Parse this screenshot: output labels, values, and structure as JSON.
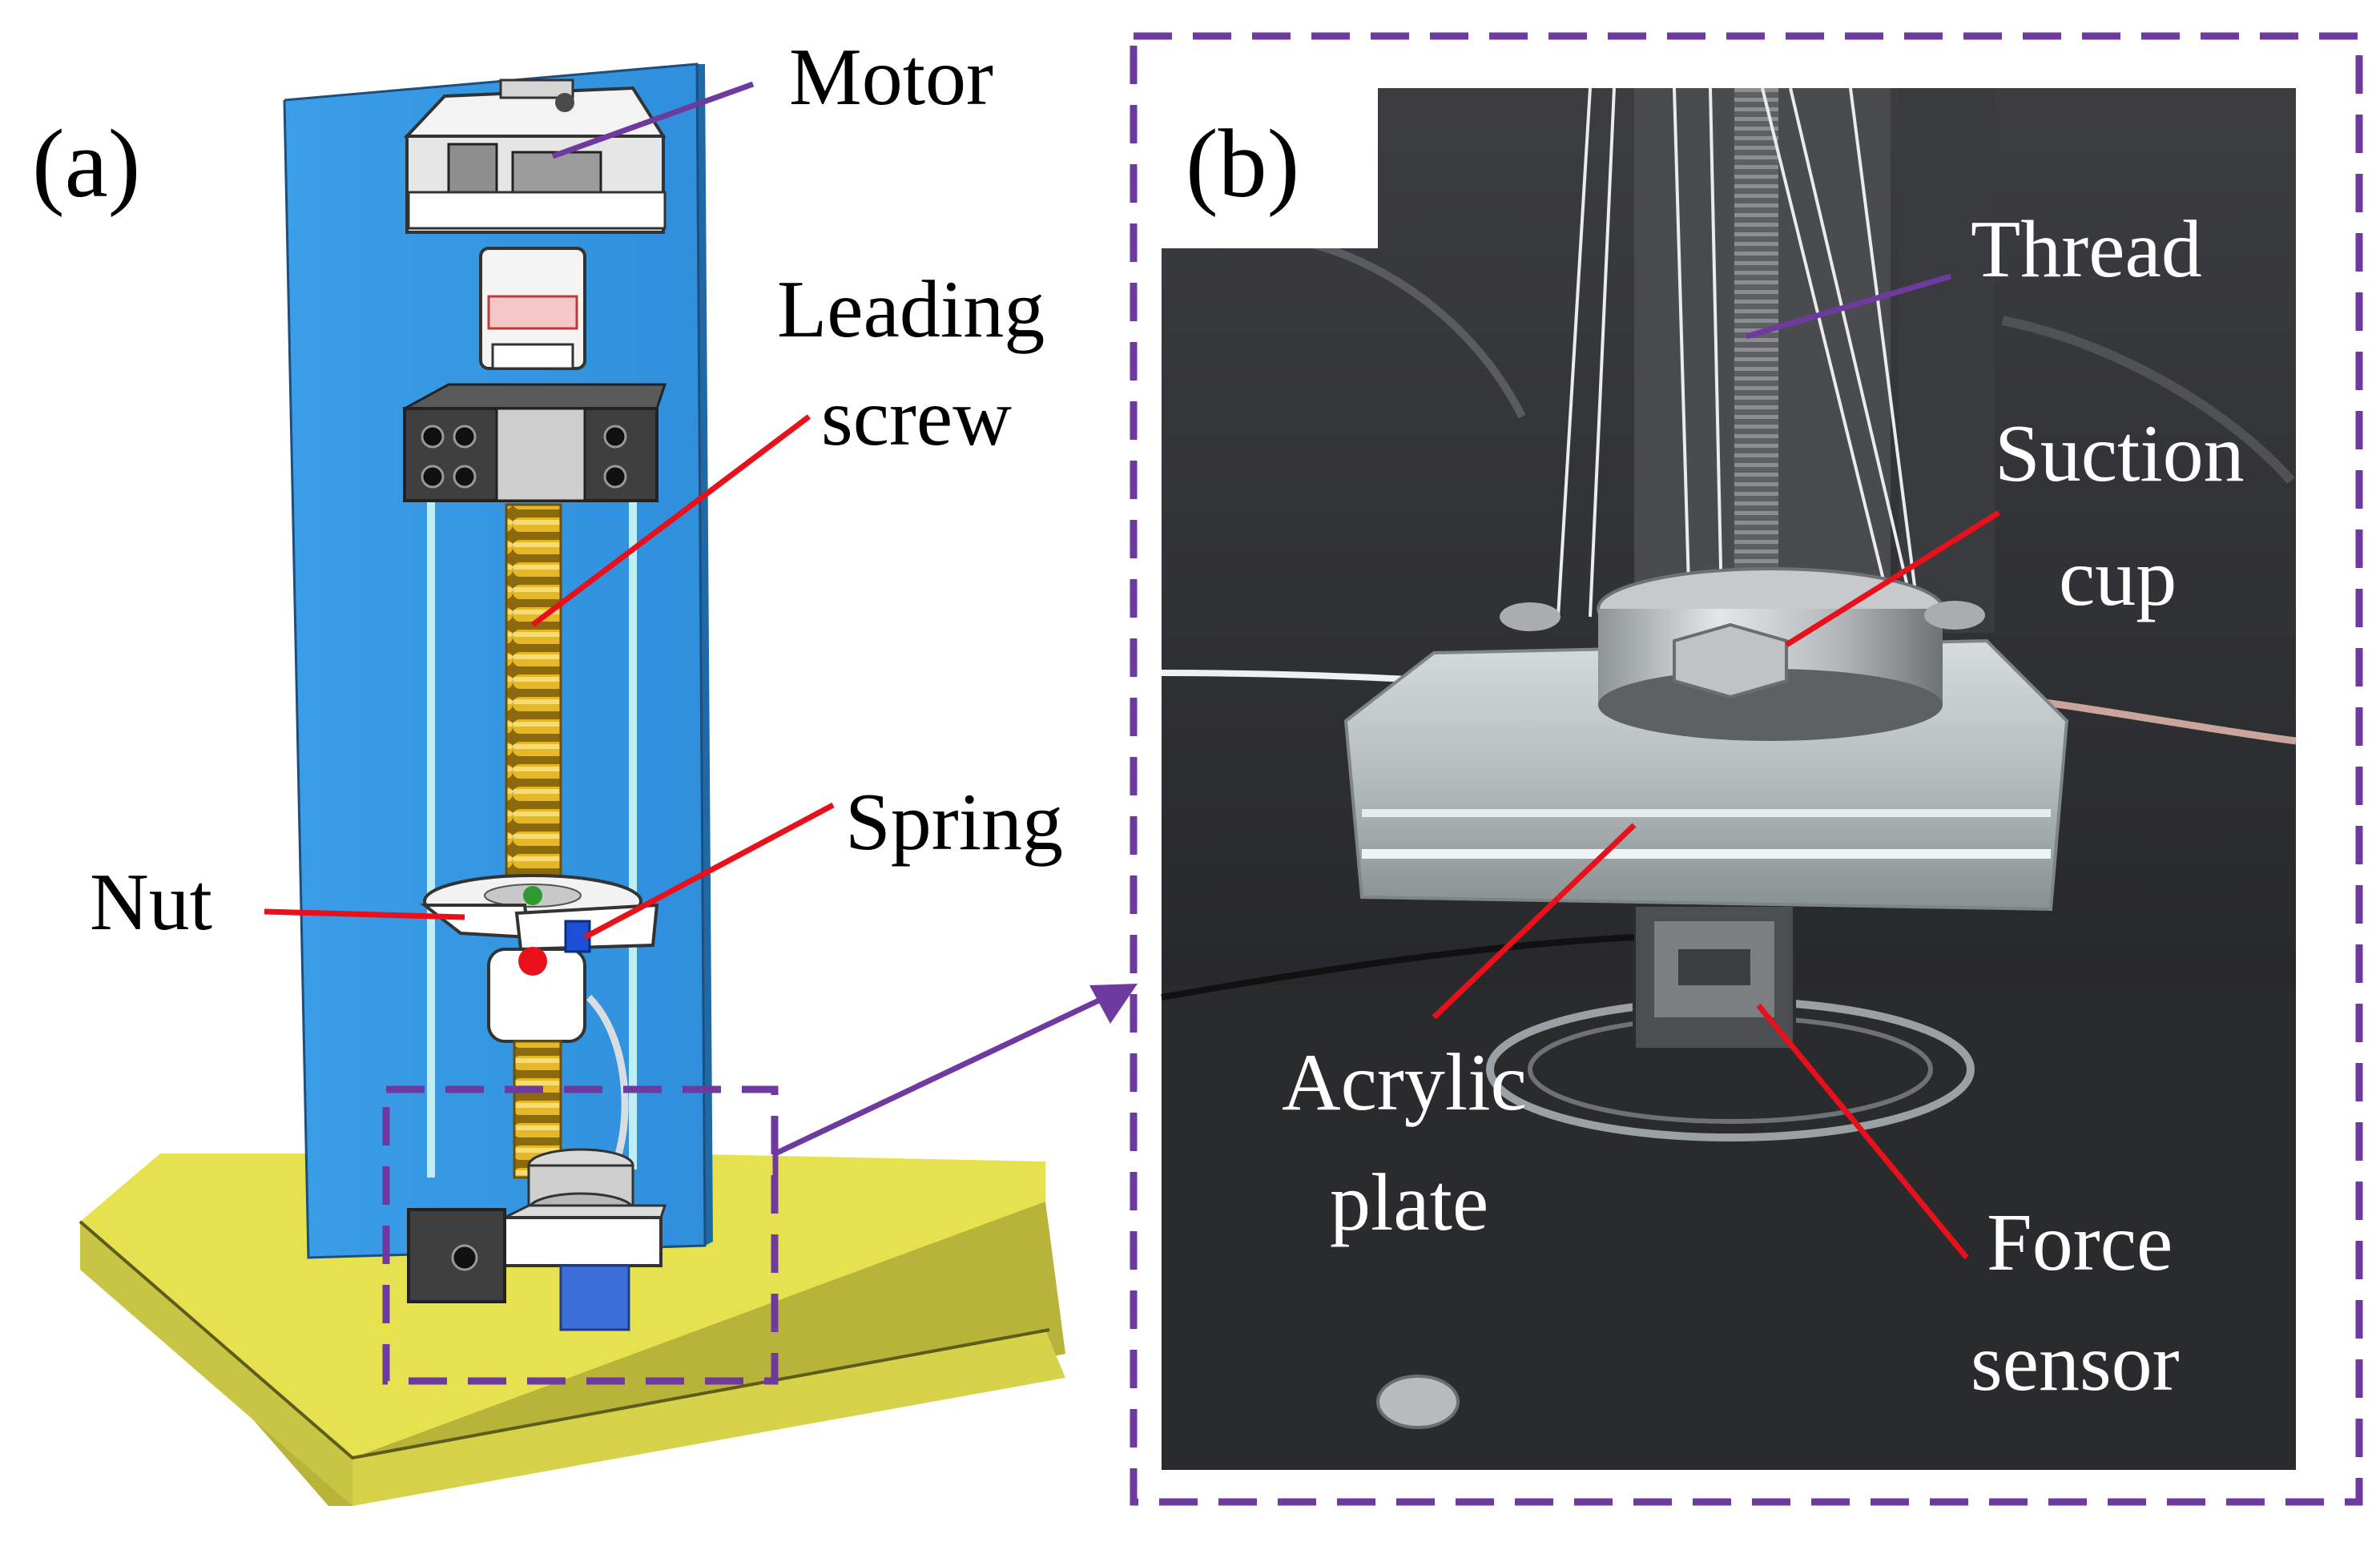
{
  "panel_a": {
    "panel_label": "(a)",
    "callouts": {
      "motor": "Motor",
      "leading_screw_line1": "Leading",
      "leading_screw_line2": "screw",
      "spring": "Spring",
      "nut": "Nut"
    }
  },
  "panel_b": {
    "panel_label": "(b)",
    "callouts": {
      "thread": "Thread",
      "suction_cup_line1": "Suction",
      "suction_cup_line2": "cup",
      "acrylic_plate_line1": "Acrylic",
      "acrylic_plate_line2": "plate",
      "force_sensor_line1": "Force",
      "force_sensor_line2": "sensor"
    }
  },
  "colors": {
    "frame_purple": "#6f3aa0",
    "leader_red": "#e8101a",
    "leader_purple": "#6f3aa0",
    "back_panel_blue": "#3b9ee8",
    "base_yellow": "#e6e24f",
    "spring_gold": "#d9a91b"
  }
}
